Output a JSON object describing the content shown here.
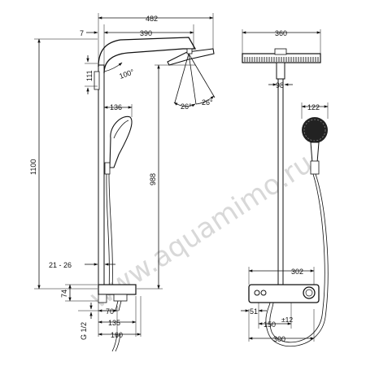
{
  "watermark": "www.aquamimo.ru",
  "left_view": {
    "dim_total_width": "482",
    "dim_arm_reach": "390",
    "dim_wall_offset": "7",
    "dim_arm_drop": "111",
    "dim_arm_angle": "100°",
    "dim_head_tilt_a": "26°",
    "dim_head_tilt_b": "26°",
    "dim_hand_shower_width": "136",
    "dim_total_height": "1100",
    "dim_riser_height": "988",
    "dim_wall_clear": "21 - 26",
    "dim_thermostat_height": "74",
    "dim_inlet": "G 1/2",
    "dim_inlet_x": "70",
    "dim_body_depth": "135",
    "dim_bracket_depth": "160"
  },
  "right_view": {
    "dim_head_diameter": "360",
    "dim_arm_width": "98",
    "dim_hand_head": "122",
    "dim_thermo_width": "302",
    "dim_side_offset": "51",
    "dim_inlet_spacing": "150",
    "dim_inlet_tolerance": "±12",
    "dim_base_width": "300"
  }
}
